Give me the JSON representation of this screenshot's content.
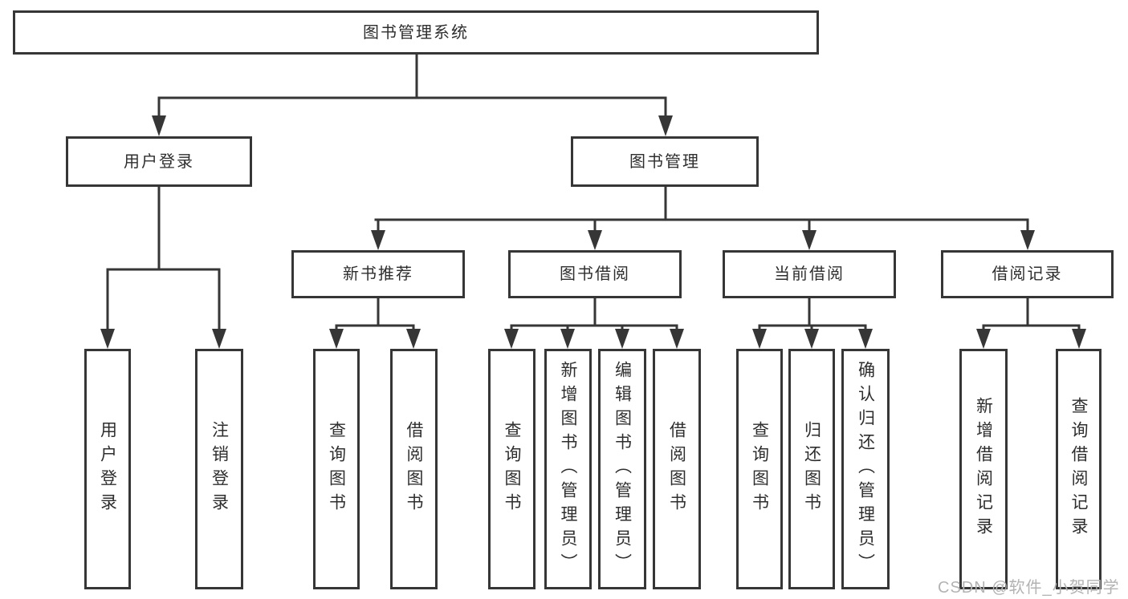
{
  "diagram": {
    "title": "图书管理系统",
    "root": {
      "label": "图书管理系统"
    },
    "level2": [
      {
        "label": "用户登录"
      },
      {
        "label": "图书管理"
      }
    ],
    "level3": [
      {
        "label": "新书推荐"
      },
      {
        "label": "图书借阅"
      },
      {
        "label": "当前借阅"
      },
      {
        "label": "借阅记录"
      }
    ],
    "leaves": [
      {
        "label": "用户登录",
        "parent": "用户登录"
      },
      {
        "label": "注销登录",
        "parent": "用户登录"
      },
      {
        "label": "查询图书",
        "parent": "新书推荐"
      },
      {
        "label": "借阅图书",
        "parent": "新书推荐"
      },
      {
        "label": "查询图书",
        "parent": "图书借阅"
      },
      {
        "label": "新增图书（管理员）",
        "parent": "图书借阅"
      },
      {
        "label": "编辑图书（管理员）",
        "parent": "图书借阅"
      },
      {
        "label": "借阅图书",
        "parent": "图书借阅"
      },
      {
        "label": "查询图书",
        "parent": "当前借阅"
      },
      {
        "label": "归还图书",
        "parent": "当前借阅"
      },
      {
        "label": "确认归还（管理员）",
        "parent": "当前借阅"
      },
      {
        "label": "新增借阅记录",
        "parent": "借阅记录"
      },
      {
        "label": "查询借阅记录",
        "parent": "借阅记录"
      }
    ]
  },
  "watermark": {
    "text": "CSDN @软件_小贺同学"
  },
  "colors": {
    "line": "#363636",
    "box_border": "#363636",
    "text": "#2e2e2e",
    "watermark": "#b3b3b3",
    "background": "#ffffff"
  }
}
